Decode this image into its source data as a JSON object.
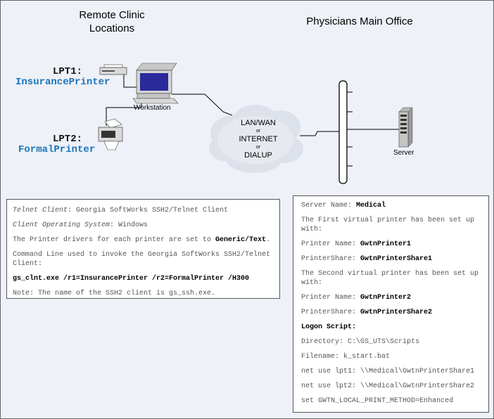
{
  "headings": {
    "remote": "Remote Clinic Locations",
    "main": "Physicians Main Office"
  },
  "devices": {
    "lpt1": "LPT1:",
    "lpt1_name": "InsurancePrinter",
    "lpt2": "LPT2:",
    "lpt2_name": "FormalPrinter",
    "workstation": "Workstation",
    "server": "Server"
  },
  "cloud": {
    "line1": "LAN/WAN",
    "or1": "or",
    "line2": "INTERNET",
    "or2": "or",
    "line3": "DIALUP"
  },
  "client_panel": {
    "telnet_label": "Telnet Client",
    "telnet_value": ": Georgia SoftWorks SSH2/Telnet Client",
    "os_label": "Client Operating System",
    "os_value": ": Windows",
    "drivers_text": "The Printer drivers for each printer are set to ",
    "drivers_value": "Generic/Text",
    "drivers_end": ".",
    "cmd_text": "Command Line used to invoke the Georgia SoftWorks SSH2/Telnet Client:",
    "cmd": "gs_clnt.exe /r1=InsurancePrinter /r2=FormalPrinter /H300",
    "note": "Note: The name of the SSH2 client is gs_ssh.exe."
  },
  "server_panel": {
    "server_name_label": "Server Name: ",
    "server_name": "Medical",
    "first_text": "The First virtual printer has been set up with:",
    "printer_label_1": "Printer Name: ",
    "printer_value_1": "GwtnPrinter1",
    "share_label_1": "PrinterShare: ",
    "share_value_1": "GwtnPrinterShare1",
    "second_text": "The Second virtual printer has been set up with:",
    "printer_label_2": "Printer Name: ",
    "printer_value_2": "GwtnPrinter2",
    "share_label_2": "PrinterShare: ",
    "share_value_2": "GwtnPrinterShare2",
    "logon_script": "Logon Script:",
    "directory": "Directory: C:\\GS_UTS\\Scripts",
    "filename": "Filename: k_start.bat",
    "net_use_1": "net use lpt1: \\\\Medical\\GwtnPrinterShare1",
    "net_use_2": "net use lpt2: \\\\Medical\\GwtnPrinterShare2",
    "set_method": "set GWTN_LOCAL_PRINT_METHOD=Enhanced"
  }
}
